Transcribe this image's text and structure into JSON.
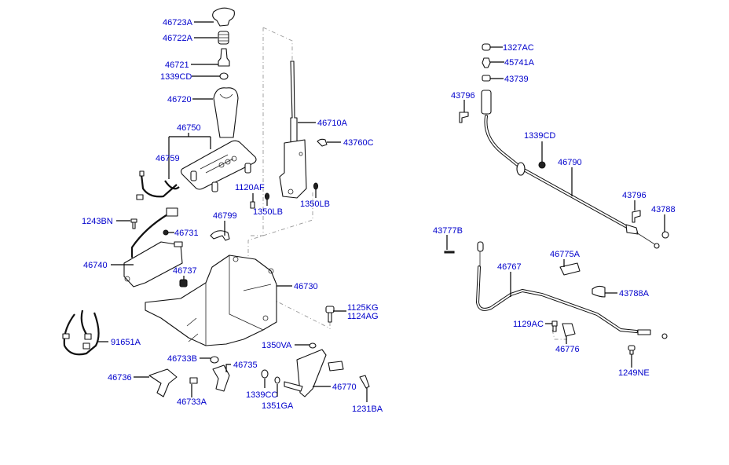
{
  "diagram": {
    "title": "Automatic transmission shift lever assembly",
    "label_color": "#0000cc",
    "line_color": "#000000",
    "labels": [
      {
        "id": "46723A",
        "text": "46723A"
      },
      {
        "id": "46722A",
        "text": "46722A"
      },
      {
        "id": "46721",
        "text": "46721"
      },
      {
        "id": "1339CD_a",
        "text": "1339CD"
      },
      {
        "id": "46720",
        "text": "46720"
      },
      {
        "id": "46750",
        "text": "46750"
      },
      {
        "id": "46759",
        "text": "46759"
      },
      {
        "id": "46710A",
        "text": "46710A"
      },
      {
        "id": "43760C",
        "text": "43760C"
      },
      {
        "id": "1120AF",
        "text": "1120AF"
      },
      {
        "id": "1350LB_a",
        "text": "1350LB"
      },
      {
        "id": "1350LB_b",
        "text": "1350LB"
      },
      {
        "id": "1243BN",
        "text": "1243BN"
      },
      {
        "id": "46799",
        "text": "46799"
      },
      {
        "id": "46731",
        "text": "46731"
      },
      {
        "id": "46740",
        "text": "46740"
      },
      {
        "id": "46737",
        "text": "46737"
      },
      {
        "id": "46730",
        "text": "46730"
      },
      {
        "id": "1125KG",
        "text": "1125KG"
      },
      {
        "id": "1124AG",
        "text": "1124AG"
      },
      {
        "id": "91651A",
        "text": "91651A"
      },
      {
        "id": "1350VA",
        "text": "1350VA"
      },
      {
        "id": "46733B",
        "text": "46733B"
      },
      {
        "id": "46735",
        "text": "46735"
      },
      {
        "id": "46736",
        "text": "46736"
      },
      {
        "id": "46733A",
        "text": "46733A"
      },
      {
        "id": "1339CC",
        "text": "1339CC"
      },
      {
        "id": "1351GA",
        "text": "1351GA"
      },
      {
        "id": "46770",
        "text": "46770"
      },
      {
        "id": "1231BA",
        "text": "1231BA"
      },
      {
        "id": "1327AC",
        "text": "1327AC"
      },
      {
        "id": "45741A",
        "text": "45741A"
      },
      {
        "id": "43739",
        "text": "43739"
      },
      {
        "id": "43796_a",
        "text": "43796"
      },
      {
        "id": "1339CD_b",
        "text": "1339CD"
      },
      {
        "id": "46790",
        "text": "46790"
      },
      {
        "id": "43796_b",
        "text": "43796"
      },
      {
        "id": "43788",
        "text": "43788"
      },
      {
        "id": "43777B",
        "text": "43777B"
      },
      {
        "id": "46775A",
        "text": "46775A"
      },
      {
        "id": "46767",
        "text": "46767"
      },
      {
        "id": "43788A",
        "text": "43788A"
      },
      {
        "id": "1129AC",
        "text": "1129AC"
      },
      {
        "id": "46776",
        "text": "46776"
      },
      {
        "id": "1249NE",
        "text": "1249NE"
      }
    ]
  }
}
